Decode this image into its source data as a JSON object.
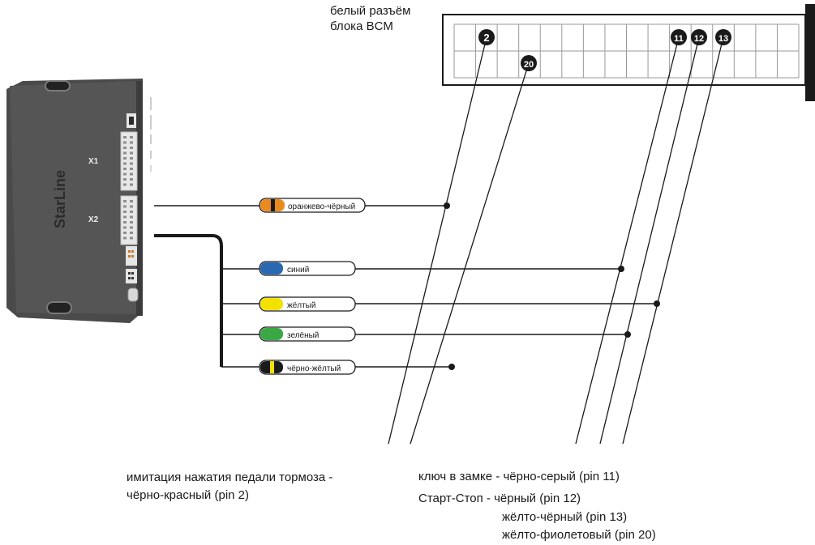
{
  "connector": {
    "title_line1": "белый разъём",
    "title_line2": "блока BCM",
    "pins": [
      "2",
      "20",
      "11",
      "12",
      "13"
    ]
  },
  "module": {
    "brand": "StarLine",
    "x1_label": "X1",
    "x2_label": "X2"
  },
  "wires": [
    {
      "label": "оранжево-чёрный",
      "colors": [
        "#e98a1e",
        "#1a1a1a"
      ]
    },
    {
      "label": "синий",
      "colors": [
        "#2a68b1"
      ]
    },
    {
      "label": "жёлтый",
      "colors": [
        "#f3e100"
      ]
    },
    {
      "label": "зелёный",
      "colors": [
        "#3aa845"
      ]
    },
    {
      "label": "чёрно-жёлтый",
      "colors": [
        "#1a1a1a",
        "#f3e100"
      ]
    }
  ],
  "captions": {
    "brake_line1": "имитация нажатия педали тормоза -",
    "brake_line2": "чёрно-красный (pin 2)",
    "key": "ключ в замке - чёрно-серый (pin 11)",
    "start": "Старт-Стоп - чёрный (pin 12)",
    "yellow_black": "жёлто-чёрный (pin 13)",
    "yellow_violet": "жёлто-фиолетовый (pin 20)"
  }
}
